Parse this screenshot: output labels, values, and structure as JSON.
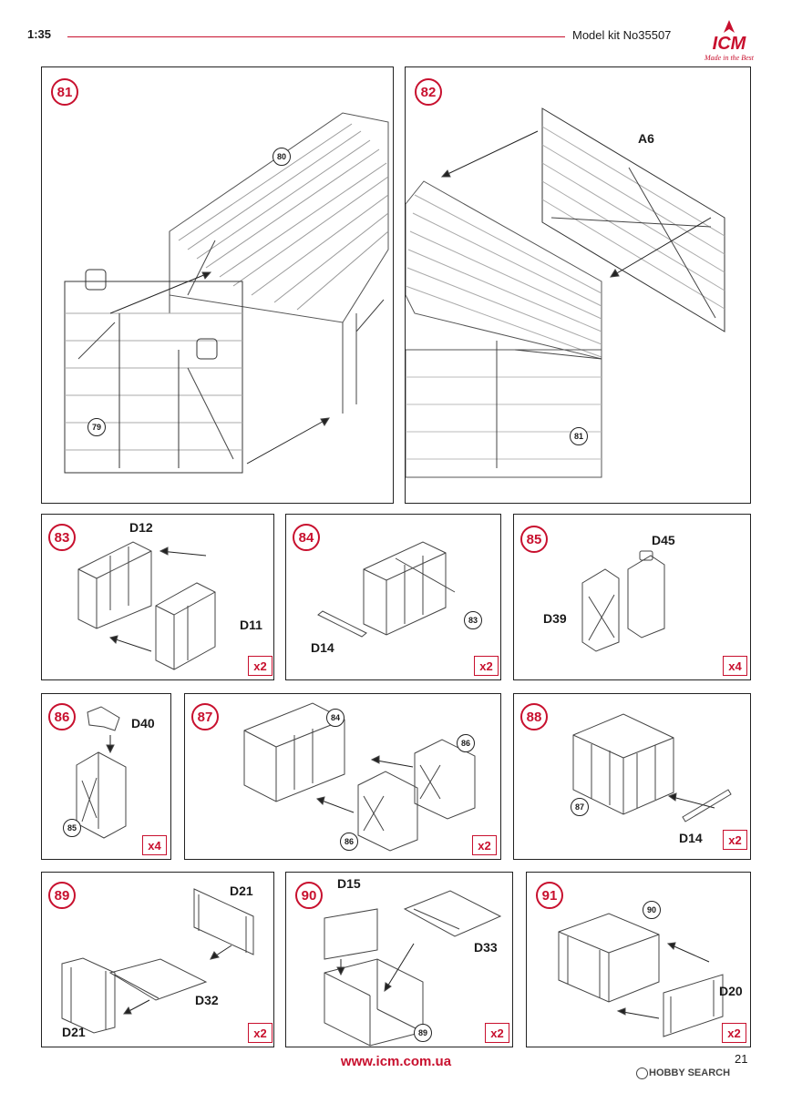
{
  "header": {
    "scale": "1:35",
    "kit": "Model kit No35507",
    "brand": "ICM",
    "tagline": "Made in the Best",
    "accent": "#c8102e"
  },
  "footer": {
    "url": "www.icm.com.ua",
    "page_number": "21",
    "watermark": "HOBBY SEARCH"
  },
  "steps": [
    {
      "num": "81",
      "refs": [
        "80",
        "79"
      ],
      "parts": [],
      "mult": ""
    },
    {
      "num": "82",
      "refs": [
        "81"
      ],
      "parts": [
        "A6"
      ],
      "mult": ""
    },
    {
      "num": "83",
      "refs": [],
      "parts": [
        "D12",
        "D11"
      ],
      "mult": "x2"
    },
    {
      "num": "84",
      "refs": [
        "83"
      ],
      "parts": [
        "D14"
      ],
      "mult": "x2"
    },
    {
      "num": "85",
      "refs": [],
      "parts": [
        "D45",
        "D39"
      ],
      "mult": "x4"
    },
    {
      "num": "86",
      "refs": [
        "85"
      ],
      "parts": [
        "D40"
      ],
      "mult": "x4"
    },
    {
      "num": "87",
      "refs": [
        "84",
        "86",
        "86"
      ],
      "parts": [],
      "mult": "x2"
    },
    {
      "num": "88",
      "refs": [
        "87"
      ],
      "parts": [
        "D14"
      ],
      "mult": "x2"
    },
    {
      "num": "89",
      "refs": [],
      "parts": [
        "D21",
        "D32",
        "D21"
      ],
      "mult": "x2"
    },
    {
      "num": "90",
      "refs": [
        "89"
      ],
      "parts": [
        "D15",
        "D33"
      ],
      "mult": "x2"
    },
    {
      "num": "91",
      "refs": [
        "90"
      ],
      "parts": [
        "D20"
      ],
      "mult": "x2"
    }
  ]
}
